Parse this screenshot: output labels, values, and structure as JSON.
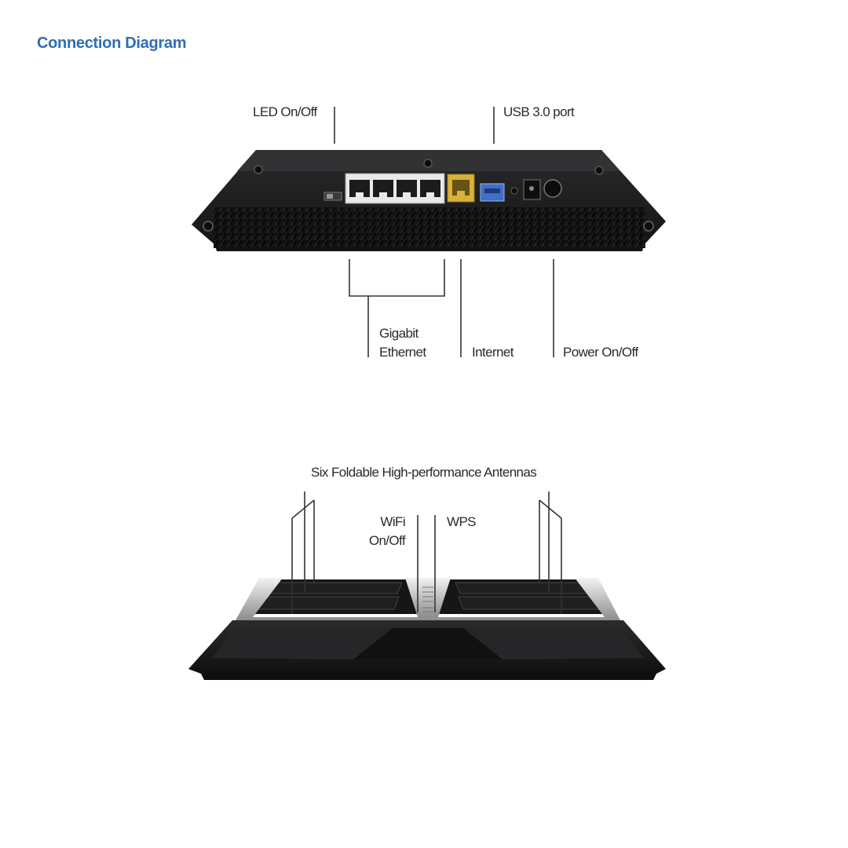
{
  "title": "Connection Diagram",
  "rear_view": {
    "labels": {
      "led": "LED On/Off",
      "usb": "USB 3.0 port",
      "gigabit_line1": "Gigabit",
      "gigabit_line2": "Ethernet",
      "internet": "Internet",
      "power": "Power On/Off"
    }
  },
  "front_view": {
    "labels": {
      "antennas": "Six Foldable High-performance Antennas",
      "wifi_line1": "WiFi",
      "wifi_line2": "On/Off",
      "wps": "WPS"
    }
  },
  "colors": {
    "title": "#2f6db3",
    "router_body": "#1c1c1e",
    "internet_port": "#d9b13a",
    "usb_port": "#3f6fc9",
    "leader_lines": "#333333"
  }
}
